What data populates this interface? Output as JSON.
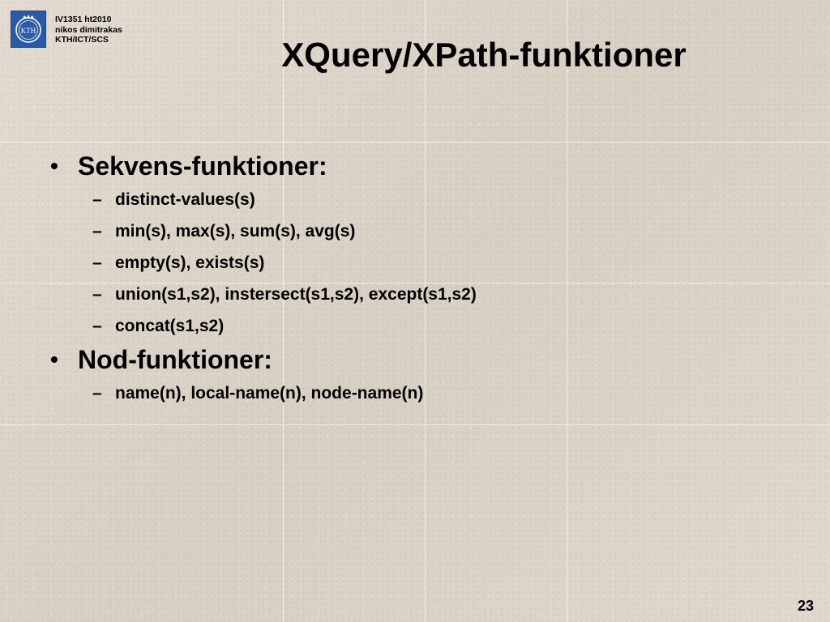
{
  "header": {
    "line1": "IV1351 ht2010",
    "line2": "nikos dimitrakas",
    "line3": "KTH/ICT/SCS",
    "logo_text": "KTH"
  },
  "title": "XQuery/XPath-funktioner",
  "sections": [
    {
      "heading": "Sekvens-funktioner:",
      "items": [
        "distinct-values(s)",
        "min(s), max(s), sum(s), avg(s)",
        "empty(s), exists(s)",
        "union(s1,s2), instersect(s1,s2), except(s1,s2)",
        "concat(s1,s2)"
      ]
    },
    {
      "heading": "Nod-funktioner:",
      "items": [
        "name(n), local-name(n), node-name(n)"
      ]
    }
  ],
  "page_number": "23"
}
